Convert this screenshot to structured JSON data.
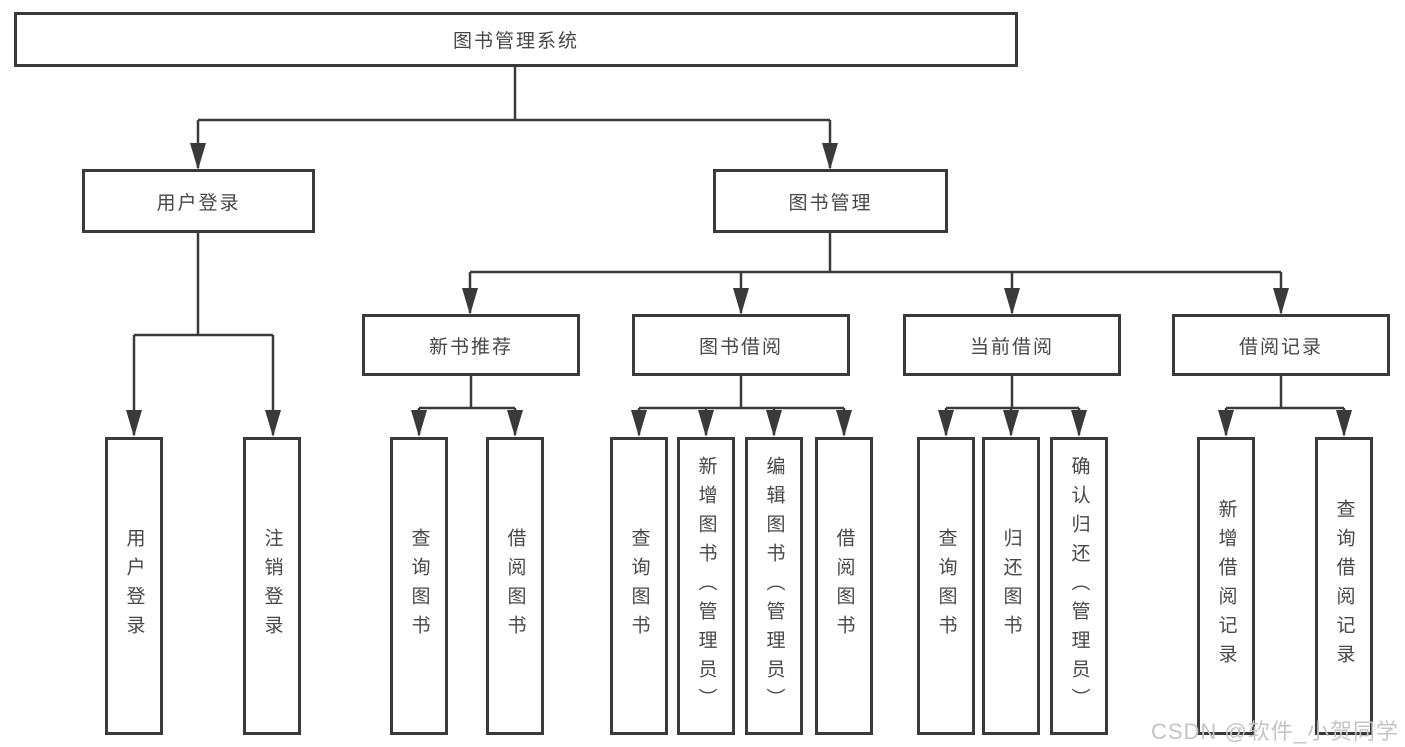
{
  "diagram": {
    "title": "图书管理系统",
    "level2": [
      "用户登录",
      "图书管理"
    ],
    "level3": [
      "新书推荐",
      "图书借阅",
      "当前借阅",
      "借阅记录"
    ],
    "leaves_login": [
      "用户登录",
      "注销登录"
    ],
    "leaves_recommend": [
      "查询图书",
      "借阅图书"
    ],
    "leaves_borrow": [
      "查询图书",
      "新增图书（管理员）",
      "编辑图书（管理员）",
      "借阅图书"
    ],
    "leaves_current": [
      "查询图书",
      "归还图书",
      "确认归还（管理员）"
    ],
    "leaves_records": [
      "新增借阅记录",
      "查询借阅记录"
    ],
    "colors": {
      "line": "#3a3a3a",
      "box_border": "#3a3a3a",
      "box_fill": "#ffffff",
      "text": "#474747",
      "watermark": "#c4c4c4",
      "background": "#ffffff"
    },
    "watermark": "CSDN @软件_小贺同学"
  }
}
